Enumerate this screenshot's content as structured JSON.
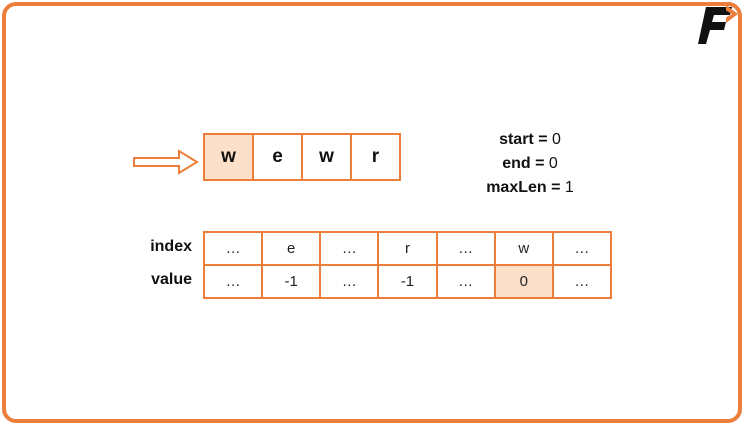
{
  "theme": {
    "accent": "#ED7D3A",
    "highlight_fill": "#FCE0CA",
    "text": "#111111",
    "background": "#FFFFFF"
  },
  "logo": {
    "icon_name": "f-arrow-logo",
    "letter": "F"
  },
  "pointer": {
    "icon_name": "right-arrow-pointer",
    "target_index": 0
  },
  "string_array": {
    "name": "input-string",
    "cells": [
      {
        "char": "w",
        "highlighted": true
      },
      {
        "char": "e",
        "highlighted": false
      },
      {
        "char": "w",
        "highlighted": false
      },
      {
        "char": "r",
        "highlighted": false
      }
    ]
  },
  "variables": [
    {
      "name": "start",
      "equals": "=",
      "value": "0"
    },
    {
      "name": "end",
      "equals": "=",
      "value": "0"
    },
    {
      "name": "maxLen",
      "equals": "=",
      "value": "1"
    }
  ],
  "hash_table": {
    "row_labels": {
      "index": "index",
      "value": "value"
    },
    "index_row": [
      {
        "text": "…",
        "highlighted": false
      },
      {
        "text": "e",
        "highlighted": false
      },
      {
        "text": "…",
        "highlighted": false
      },
      {
        "text": "r",
        "highlighted": false
      },
      {
        "text": "…",
        "highlighted": false
      },
      {
        "text": "w",
        "highlighted": false
      },
      {
        "text": "…",
        "highlighted": false
      }
    ],
    "value_row": [
      {
        "text": "…",
        "highlighted": false
      },
      {
        "text": "-1",
        "highlighted": false
      },
      {
        "text": "…",
        "highlighted": false
      },
      {
        "text": "-1",
        "highlighted": false
      },
      {
        "text": "…",
        "highlighted": false
      },
      {
        "text": "0",
        "highlighted": true
      },
      {
        "text": "…",
        "highlighted": false
      }
    ]
  }
}
